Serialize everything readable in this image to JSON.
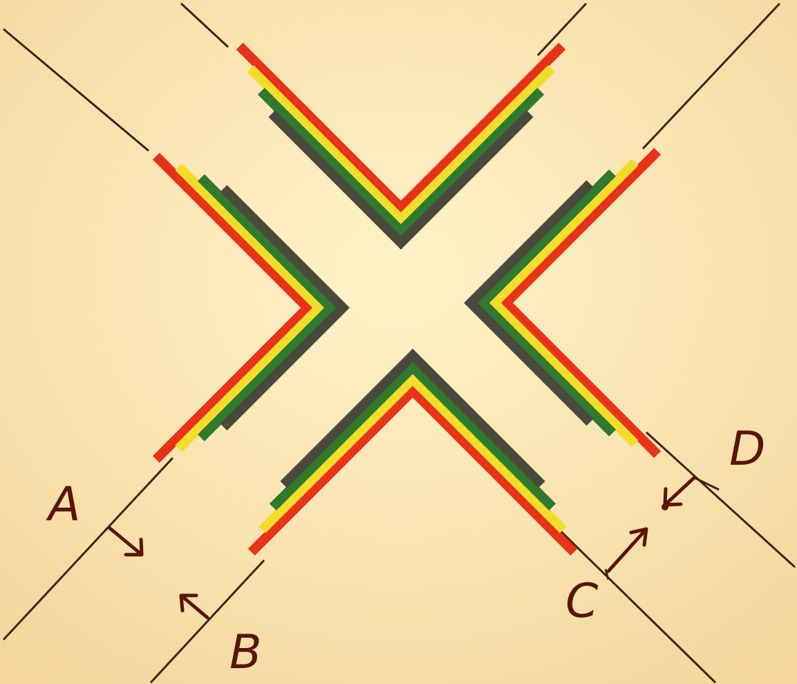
{
  "labels": {
    "a": "A",
    "b": "B",
    "c": "C",
    "d": "D"
  },
  "colors": {
    "paper": "#fbe6b4",
    "guide_line": "#3a2410",
    "ink": "#5a1408",
    "stripes": [
      "#e8321a",
      "#f2de2a",
      "#2f7a2e",
      "#4a4a3c"
    ]
  }
}
